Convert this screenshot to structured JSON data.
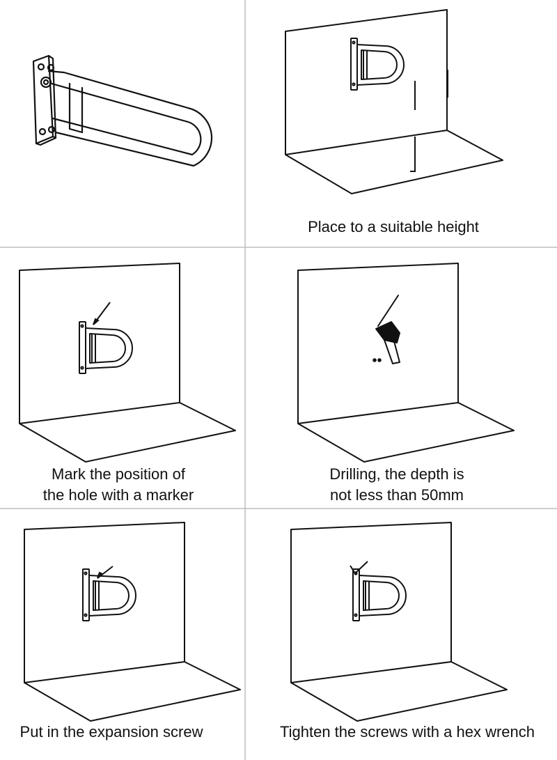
{
  "steps": [
    {
      "id": "product",
      "caption": ""
    },
    {
      "id": "place",
      "caption": "Place to a suitable height"
    },
    {
      "id": "mark",
      "caption": "Mark the position of\nthe hole with a marker"
    },
    {
      "id": "drill",
      "caption": "Drilling, the depth is\nnot less than 50mm"
    },
    {
      "id": "screw",
      "caption": "Put in the expansion screw"
    },
    {
      "id": "tighten",
      "caption": "Tighten the screws with a hex wrench"
    }
  ],
  "colors": {
    "line": "#111111",
    "divider": "#bdbdbd",
    "background": "#ffffff"
  }
}
